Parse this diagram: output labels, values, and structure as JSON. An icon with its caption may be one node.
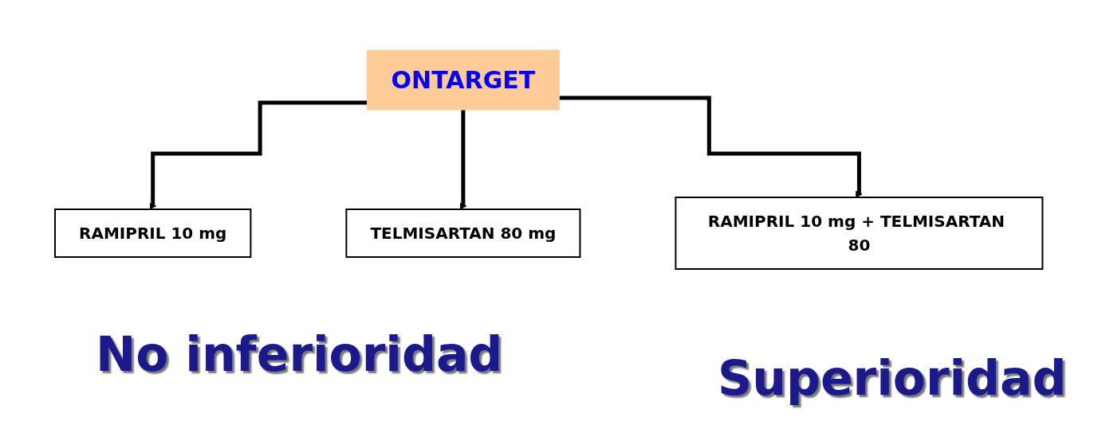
{
  "diagram": {
    "nodes": [
      {
        "text": [
          "ONTARGET"
        ]
      },
      {
        "text": [
          "RAMIPRIL 10 mg"
        ]
      },
      {
        "text": [
          "TELMISARTAN 80 mg"
        ]
      },
      {
        "text": [
          "RAMIPRIL 10 mg + TELMISARTAN 80"
        ]
      }
    ],
    "edges": [
      {
        "from": 0,
        "to": 1,
        "arrow": "to"
      },
      {
        "from": 0,
        "to": 2,
        "arrow": "to"
      },
      {
        "from": 0,
        "to": 3,
        "arrow": "to"
      }
    ],
    "labels": [
      "No inferioridad",
      "Superioridad"
    ]
  }
}
